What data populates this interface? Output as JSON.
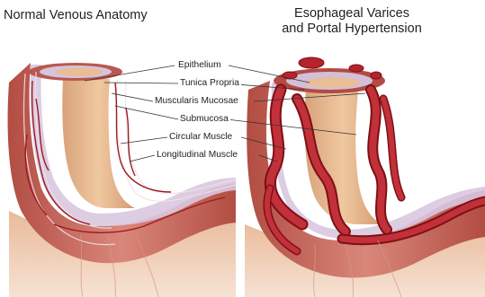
{
  "titles": {
    "left": "Normal Venous Anatomy",
    "right_line1": "Esophageal Varices",
    "right_line2": "and Portal Hypertension"
  },
  "labels": [
    "Epithelium",
    "Tunica Propria",
    "Muscularis Mucosae",
    "Submucosa",
    "Circular Muscle",
    "Longitudinal Muscle"
  ],
  "colors": {
    "muscle": "#c45f52",
    "muscle_light": "#e3a195",
    "lumen": "#e7b78e",
    "lining": "#d7c7df",
    "vein": "#9e1a1f",
    "varix": "#b5242c"
  }
}
